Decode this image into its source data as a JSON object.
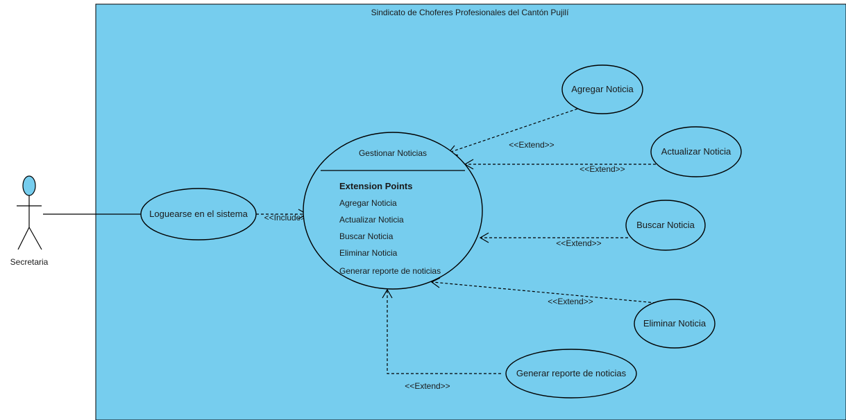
{
  "system": {
    "title": "Sindicato de Choferes Profesionales del Cantón Pujilí"
  },
  "actor": {
    "name": "Secretaria"
  },
  "use_cases": {
    "login": "Loguearse en el sistema",
    "manage": "Gestionar Noticias",
    "add": "Agregar Noticia",
    "update": "Actualizar Noticia",
    "search": "Buscar Noticia",
    "delete": "Eliminar Noticia",
    "report": "Generar reporte de noticias"
  },
  "extension_points": {
    "heading": "Extension Points",
    "items": [
      "Agregar Noticia",
      "Actualizar Noticia",
      "Buscar Noticia",
      "Eliminar Noticia",
      "Generar reporte de noticias"
    ]
  },
  "relations": {
    "include": "<<Include>>",
    "extend_add": "<<Extend>>",
    "extend_update": "<<Extend>>",
    "extend_search": "<<Extend>>",
    "extend_delete": "<<Extend>>",
    "extend_report": "<<Extend>>"
  },
  "colors": {
    "boundary_fill": "#76cdee",
    "actor_head": "#76cdee"
  }
}
